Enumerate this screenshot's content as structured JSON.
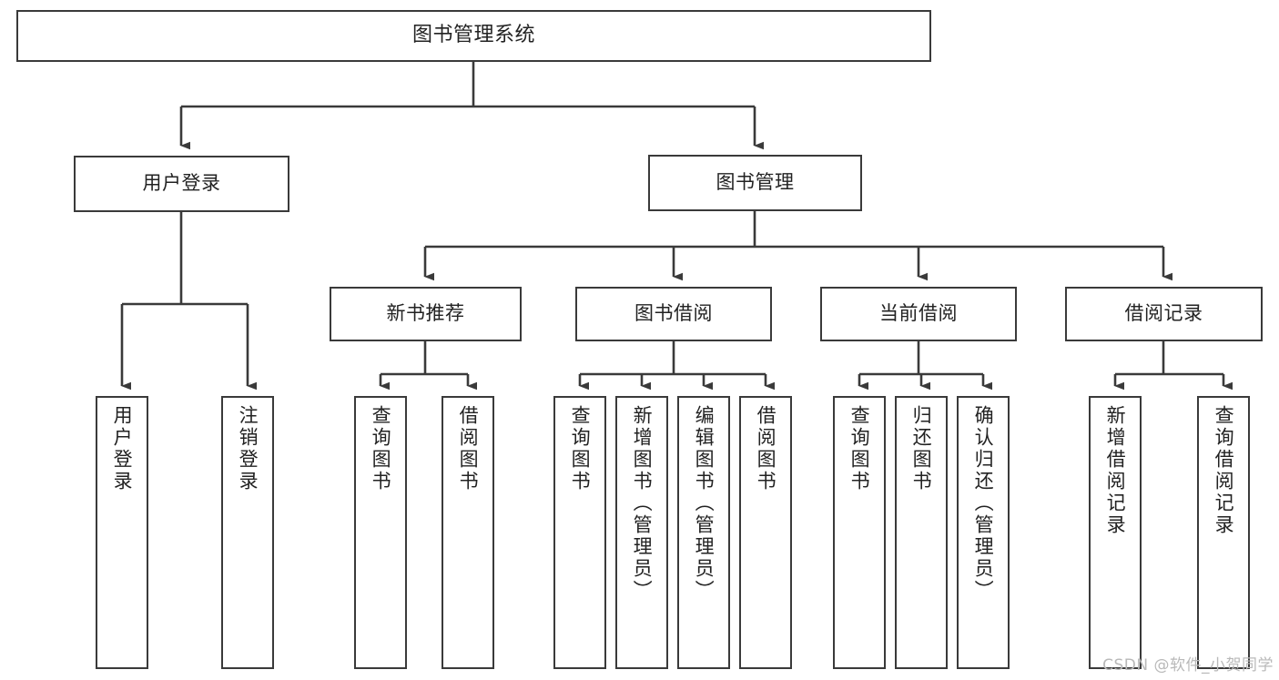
{
  "diagram": {
    "type": "tree-hierarchy-chart",
    "title_box": {
      "label": "图书管理系统"
    },
    "level1": [
      {
        "id": "user-login",
        "label": "用户登录"
      },
      {
        "id": "book-manage",
        "label": "图书管理"
      }
    ],
    "level2": [
      {
        "id": "new-book-recommend",
        "label": "新书推荐"
      },
      {
        "id": "book-borrow",
        "label": "图书借阅"
      },
      {
        "id": "current-borrow",
        "label": "当前借阅"
      },
      {
        "id": "borrow-record",
        "label": "借阅记录"
      }
    ],
    "leaves": {
      "user_login": [
        {
          "label": "用户登录"
        },
        {
          "label": "注销登录"
        }
      ],
      "new_book_recommend": [
        {
          "label": "查询图书"
        },
        {
          "label": "借阅图书"
        }
      ],
      "book_borrow": [
        {
          "label": "查询图书"
        },
        {
          "label": "新增图书（管理员）"
        },
        {
          "label": "编辑图书（管理员）"
        },
        {
          "label": "借阅图书"
        }
      ],
      "current_borrow": [
        {
          "label": "查询图书"
        },
        {
          "label": "归还图书"
        },
        {
          "label": "确认归还（管理员）"
        }
      ],
      "borrow_record": [
        {
          "label": "新增借阅记录"
        },
        {
          "label": "查询借阅记录"
        }
      ]
    },
    "watermark": "CSDN @软件_小贺同学",
    "colors": {
      "stroke": "#3a3a3a",
      "fill": "#ffffff",
      "text": "#222222",
      "watermark": "#b9b9b9"
    }
  }
}
